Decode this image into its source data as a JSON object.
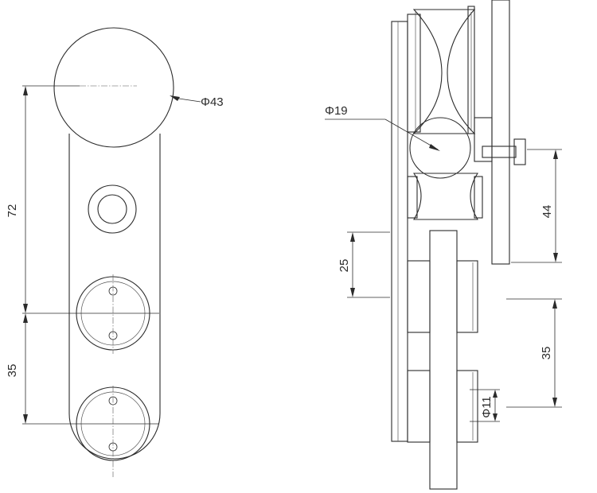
{
  "front_view": {
    "dia_roller": "Φ43",
    "dim_72": "72",
    "dim_35": "35"
  },
  "side_view": {
    "dia_ball": "Φ19",
    "dia_axle": "Φ11",
    "dim_44": "44",
    "dim_25": "25",
    "dim_35": "35"
  }
}
